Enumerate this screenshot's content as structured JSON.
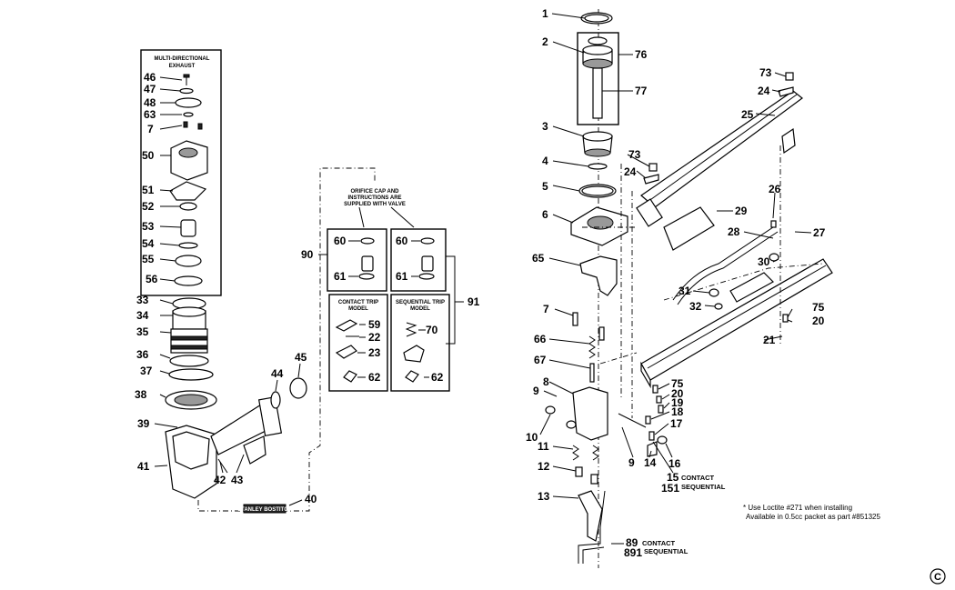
{
  "kit_labels": {
    "exhaust_l1": "MULTI-DIRECTIONAL",
    "exhaust_l2": "EXHAUST",
    "orifice_l1": "ORIFICE CAP AND",
    "orifice_l2": "INSTRUCTIONS ARE",
    "orifice_l3": "SUPPLIED WITH VALVE",
    "contact_trip_l1": "CONTACT TRIP",
    "contact_trip_l2": "MODEL",
    "sequential_trip_l1": "SEQUENTIAL TRIP",
    "sequential_trip_l2": "MODEL",
    "contact": "CONTACT",
    "sequential": "SEQUENTIAL",
    "badge": "STANLEY BOSTITCH"
  },
  "footnote": {
    "line1": "* Use Loctite #271 when installing",
    "line2": "Available in 0.5cc packet as part #851325"
  },
  "copyright": "©",
  "callouts": [
    "1",
    "2",
    "76",
    "77",
    "3",
    "4",
    "5",
    "6",
    "65",
    "7",
    "66",
    "67",
    "8",
    "9",
    "10",
    "11",
    "12",
    "13",
    "73",
    "24",
    "25",
    "26",
    "27",
    "28",
    "29",
    "30",
    "31",
    "32",
    "21",
    "75",
    "20",
    "19",
    "18",
    "17",
    "16",
    "14",
    "15",
    "151",
    "89",
    "891",
    "46",
    "47",
    "48",
    "63",
    "50",
    "51",
    "52",
    "53",
    "54",
    "55",
    "56",
    "33",
    "34",
    "35",
    "36",
    "37",
    "38",
    "39",
    "41",
    "42",
    "43",
    "44",
    "45",
    "40",
    "90",
    "91",
    "60",
    "61",
    "59",
    "22",
    "23",
    "62",
    "70"
  ],
  "labels": {
    "c1": "1",
    "c2": "2",
    "c76": "76",
    "c77": "77",
    "c3": "3",
    "c4": "4",
    "c5": "5",
    "c6": "6",
    "c65": "65",
    "c7r": "7",
    "c66": "66",
    "c67": "67",
    "c8": "8",
    "c9a": "9",
    "c10": "10",
    "c11": "11",
    "c12": "12",
    "c13": "13",
    "c73a": "73",
    "c24a": "24",
    "c25": "25",
    "c73b": "73",
    "c24b": "24",
    "c26": "26",
    "c27": "27",
    "c28": "28",
    "c29": "29",
    "c30": "30",
    "c31": "31",
    "c32": "32",
    "c21": "21",
    "c75a": "75",
    "c20a": "20",
    "c75b": "75",
    "c20b": "20",
    "c19": "19",
    "c18": "18",
    "c17": "17",
    "c16": "16",
    "c14": "14",
    "c9b": "9",
    "c15": "15",
    "c151": "151",
    "c89": "89",
    "c891": "891",
    "c46": "46",
    "c47": "47",
    "c48": "48",
    "c63": "63",
    "c7l": "7",
    "c50": "50",
    "c51": "51",
    "c52": "52",
    "c53": "53",
    "c54": "54",
    "c55": "55",
    "c56": "56",
    "c33": "33",
    "c34": "34",
    "c35": "35",
    "c36": "36",
    "c37": "37",
    "c38": "38",
    "c39": "39",
    "c41": "41",
    "c42": "42",
    "c43": "43",
    "c44": "44",
    "c45": "45",
    "c40": "40",
    "c90": "90",
    "c91": "91",
    "c60a": "60",
    "c61a": "61",
    "c60b": "60",
    "c61b": "61",
    "c59": "59",
    "c22": "22",
    "c23": "23",
    "c62a": "62",
    "c70": "70",
    "c62b": "62"
  }
}
